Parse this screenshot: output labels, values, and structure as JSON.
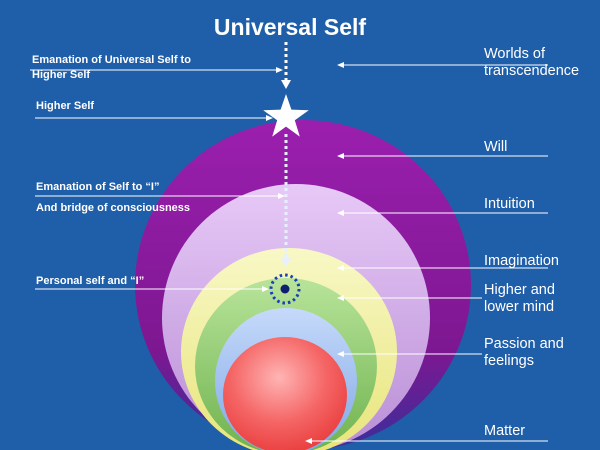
{
  "title": "Universal Self",
  "left_labels": [
    {
      "key": "emanation_universal",
      "lines": [
        "Emanation of Universal Self to",
        "Higher Self"
      ]
    },
    {
      "key": "higher_self",
      "lines": [
        "Higher Self"
      ]
    },
    {
      "key": "emanation_self",
      "lines": [
        "Emanation of Self to “I”"
      ]
    },
    {
      "key": "bridge",
      "lines": [
        "And bridge of consciousness"
      ]
    },
    {
      "key": "personal_self",
      "lines": [
        "Personal self and “I”"
      ]
    }
  ],
  "right_labels": [
    {
      "key": "transcendence",
      "lines": [
        "Worlds of",
        "transcendence"
      ]
    },
    {
      "key": "will",
      "lines": [
        "Will"
      ]
    },
    {
      "key": "intuition",
      "lines": [
        "Intuition"
      ]
    },
    {
      "key": "imagination",
      "lines": [
        "Imagination"
      ]
    },
    {
      "key": "mind",
      "lines": [
        "Higher and",
        "lower mind"
      ]
    },
    {
      "key": "passion",
      "lines": [
        "Passion and",
        "feelings"
      ]
    },
    {
      "key": "matter",
      "lines": [
        "Matter"
      ]
    }
  ],
  "colors": {
    "background": "#1f5ea8",
    "will": "#8e1a9e",
    "intuition": "#d9b8f0",
    "imagination": "#f2f2b4",
    "mind": "#9ed47a",
    "passion": "#a9c6f5",
    "matter": "#f25050",
    "star": "#ffffff",
    "center_dot": "#0d1f6e"
  }
}
